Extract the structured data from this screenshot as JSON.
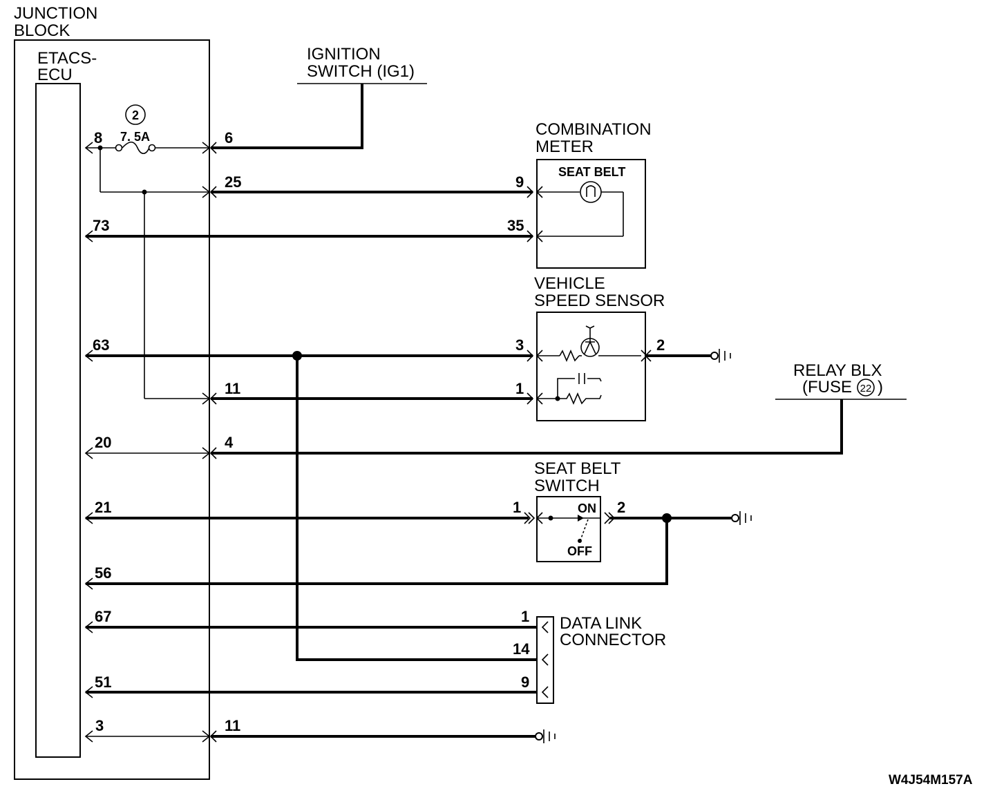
{
  "labels": {
    "junction_block": [
      "JUNCTION",
      "BLOCK"
    ],
    "etacs_ecu": [
      "ETACS-",
      "ECU"
    ],
    "ignition_switch": [
      "IGNITION",
      "SWITCH (IG1)"
    ],
    "combination_meter": [
      "COMBINATION",
      "METER"
    ],
    "seat_belt_indicator": "SEAT  BELT",
    "vehicle_speed_sensor": [
      "VEHICLE",
      "SPEED SENSOR"
    ],
    "relay_blx": [
      "RELAY BLX",
      "(FUSE",
      "22",
      ")"
    ],
    "seat_belt_switch": [
      "SEAT BELT",
      "SWITCH"
    ],
    "switch_on": "ON",
    "switch_off": "OFF",
    "data_link_connector": [
      "DATA LINK",
      "CONNECTOR"
    ],
    "fuse_number": "2",
    "fuse_rating": "7. 5A",
    "diagram_code": "W4J54M157A"
  },
  "pins": {
    "ecu": [
      "8",
      "73",
      "63",
      "20",
      "21",
      "56",
      "67",
      "51",
      "3"
    ],
    "junction": [
      "6",
      "25",
      "11",
      "4",
      "11"
    ],
    "meter": [
      "9",
      "35"
    ],
    "speed_sensor": [
      "3",
      "1",
      "2"
    ],
    "seat_belt_switch": [
      "1",
      "2"
    ],
    "data_link": [
      "1",
      "14",
      "9"
    ]
  }
}
